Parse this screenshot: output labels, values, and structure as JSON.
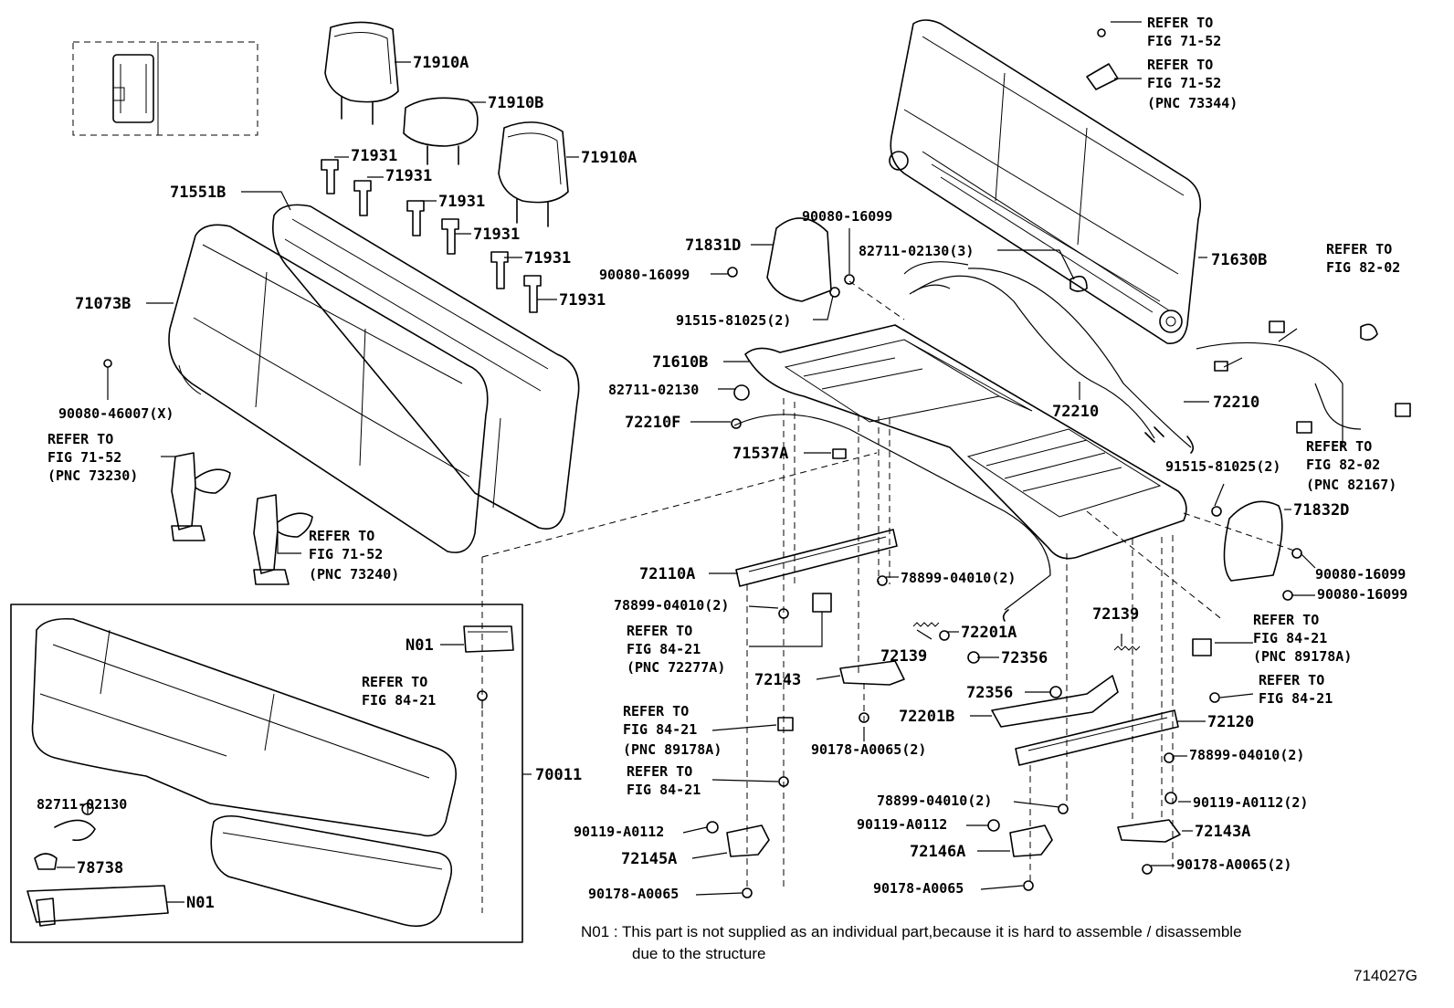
{
  "labels": {
    "p71910A_1": "71910A",
    "p71910B": "71910B",
    "p71910A_2": "71910A",
    "p71931_1": "71931",
    "p71931_2": "71931",
    "p71931_3": "71931",
    "p71931_4": "71931",
    "p71931_5": "71931",
    "p71931_6": "71931",
    "p71551B": "71551B",
    "p71073B": "71073B",
    "p90080_46007": "90080-46007(X)",
    "ref_71_52_a_1": "REFER TO",
    "ref_71_52_a_2": "FIG 71-52",
    "ref_71_52_a_3": "(PNC 73230)",
    "ref_71_52_b_1": "REFER TO",
    "ref_71_52_b_2": "FIG 71-52",
    "ref_71_52_b_3": "(PNC 73240)",
    "ref_71_52_c_1": "REFER TO",
    "ref_71_52_c_2": "FIG 71-52",
    "ref_71_52_d_1": "REFER TO",
    "ref_71_52_d_2": "FIG 71-52",
    "ref_71_52_d_3": "(PNC 73344)",
    "p71630B": "71630B",
    "ref_82_02_a_1": "REFER TO",
    "ref_82_02_a_2": "FIG 82-02",
    "ref_82_02_b_1": "REFER TO",
    "ref_82_02_b_2": "FIG 82-02",
    "ref_82_02_b_3": "(PNC 82167)",
    "p90080_16099_a": "90080-16099",
    "p71831D": "71831D",
    "p90080_16099_b": "90080-16099",
    "p82711_02130_3": "82711-02130(3)",
    "p91515_81025_a": "91515-81025(2)",
    "p71610B": "71610B",
    "p82711_02130_a": "82711-02130",
    "p72210F": "72210F",
    "p71537A": "71537A",
    "p72210_a": "72210",
    "p72210_b": "72210",
    "p91515_81025_b": "91515-81025(2)",
    "p71832D": "71832D",
    "p90080_16099_c": "90080-16099",
    "p90080_16099_d": "90080-16099",
    "p72110A": "72110A",
    "p78899_04010_a": "78899-04010(2)",
    "p78899_04010_b": "78899-04010(2)",
    "ref_84_21_a_1": "REFER TO",
    "ref_84_21_a_2": "FIG 84-21",
    "ref_84_21_a_3": "(PNC 72277A)",
    "p72201A": "72201A",
    "p72139_a": "72139",
    "p72139_b": "72139",
    "p72356_a": "72356",
    "p72356_b": "72356",
    "p72143": "72143",
    "p72201B": "72201B",
    "ref_84_21_b_1": "REFER TO",
    "ref_84_21_b_2": "FIG 84-21",
    "ref_84_21_b_3": "(PNC 89178A)",
    "ref_84_21_c_1": "REFER TO",
    "ref_84_21_c_2": "FIG 84-21",
    "ref_84_21_c_3": "(PNC 89178A)",
    "ref_84_21_d_1": "REFER TO",
    "ref_84_21_d_2": "FIG 84-21",
    "ref_84_21_e_1": "REFER TO",
    "ref_84_21_e_2": "FIG 84-21",
    "ref_84_21_f_1": "REFER TO",
    "ref_84_21_f_2": "FIG 84-21",
    "p90178_A0065_2a": "90178-A0065(2)",
    "p72120": "72120",
    "p78899_04010_c": "78899-04010(2)",
    "p78899_04010_d": "78899-04010(2)",
    "p90119_A0112_2": "90119-A0112(2)",
    "p90119_A0112_a": "90119-A0112",
    "p90119_A0112_b": "90119-A0112",
    "p72143A": "72143A",
    "p72145A": "72145A",
    "p72146A": "72146A",
    "p90178_A0065_a": "90178-A0065",
    "p90178_A0065_b": "90178-A0065",
    "p90178_A0065_2b": "90178-A0065(2)",
    "pN01_a": "N01",
    "pN01_b": "N01",
    "p70011": "70011",
    "p82711_02130_b": "82711-02130",
    "p78738": "78738"
  },
  "note": {
    "line1": "N01 : This part is not supplied as an individual part,because it is hard to assemble / disassemble",
    "line2": "due to the structure"
  },
  "figure_code": "714027G"
}
